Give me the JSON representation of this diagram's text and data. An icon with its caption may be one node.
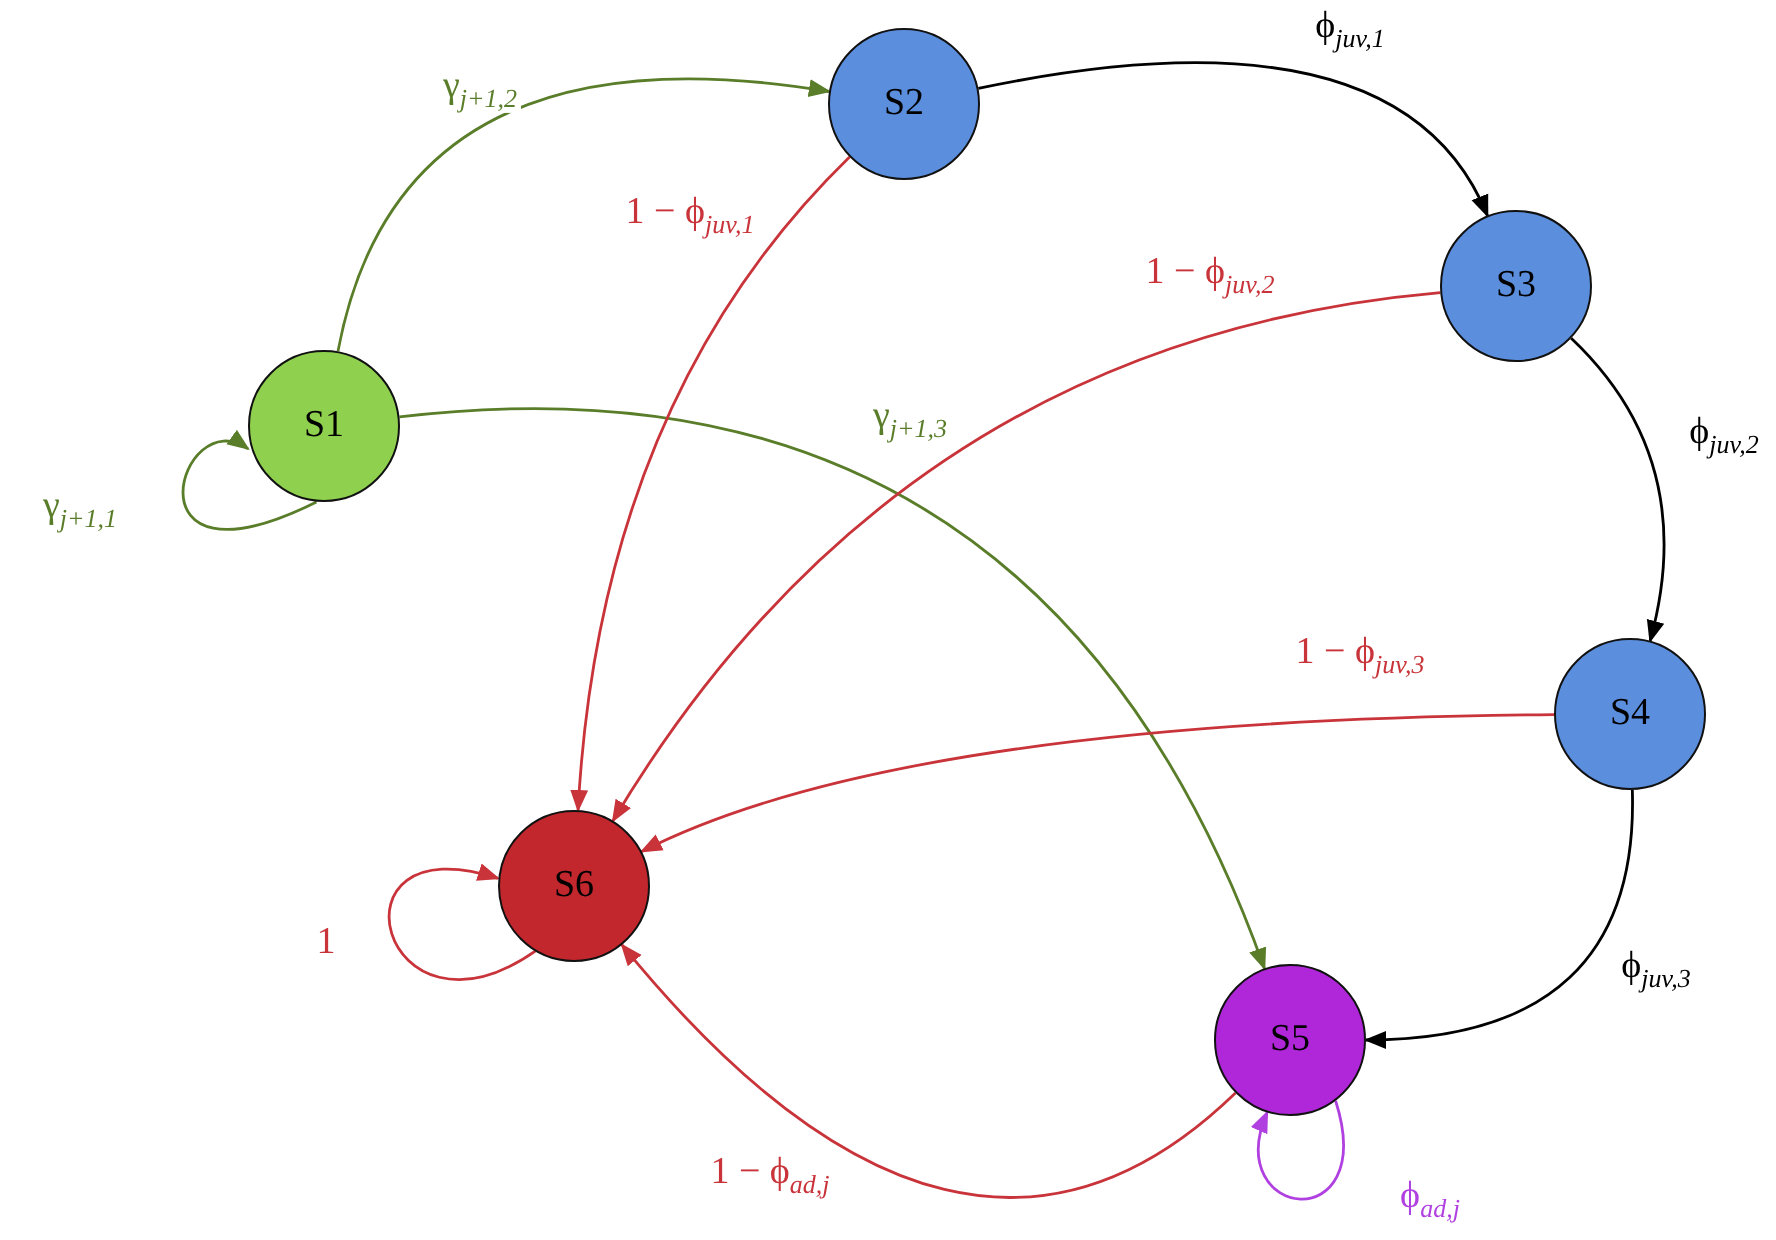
{
  "diagram": {
    "nodes": [
      {
        "text": [
          "S1"
        ]
      },
      {
        "text": [
          "S2"
        ]
      },
      {
        "text": [
          "S3"
        ]
      },
      {
        "text": [
          "S4"
        ]
      },
      {
        "text": [
          "S5"
        ]
      },
      {
        "text": [
          "S6"
        ]
      }
    ],
    "edges": [
      {
        "from": 0,
        "to": 0,
        "arrow": "to",
        "label": "γ$_{j+1,1}$",
        "color": "#5a7d2a"
      },
      {
        "from": 0,
        "to": 1,
        "arrow": "to",
        "label": "γ$_{j+1,2}$",
        "color": "#5a7d2a"
      },
      {
        "from": 0,
        "to": 4,
        "arrow": "to",
        "label": "γ$_{j+1,3}$",
        "color": "#5a7d2a"
      },
      {
        "from": 1,
        "to": 2,
        "arrow": "to",
        "label": "ϕ$_{juv,1}$",
        "color": "#000000"
      },
      {
        "from": 1,
        "to": 5,
        "arrow": "to",
        "label": "1 − ϕ$_{juv,1}$"
      },
      {
        "from": 2,
        "to": 5,
        "arrow": "to",
        "label": "1 − ϕ$_{juv,2}$"
      },
      {
        "from": 2,
        "to": 3,
        "arrow": "to",
        "label": "ϕ$_{juv,2}$",
        "color": "#000000"
      },
      {
        "from": 3,
        "to": 5,
        "arrow": "to",
        "label": "1 − ϕ$_{juv,3}$"
      },
      {
        "from": 3,
        "to": 4,
        "arrow": "to",
        "label": "ϕ$_{juv,3}$",
        "color": "#000000"
      },
      {
        "from": 5,
        "to": 5,
        "arrow": "to",
        "label": "1"
      },
      {
        "from": 4,
        "to": 5,
        "arrow": "to",
        "label": "1 − ϕ$_{ad,j}$"
      },
      {
        "from": 4,
        "to": 4,
        "arrow": "to",
        "label": "ϕ$_{ad,j}$",
        "color": "#b040e0"
      }
    ]
  }
}
